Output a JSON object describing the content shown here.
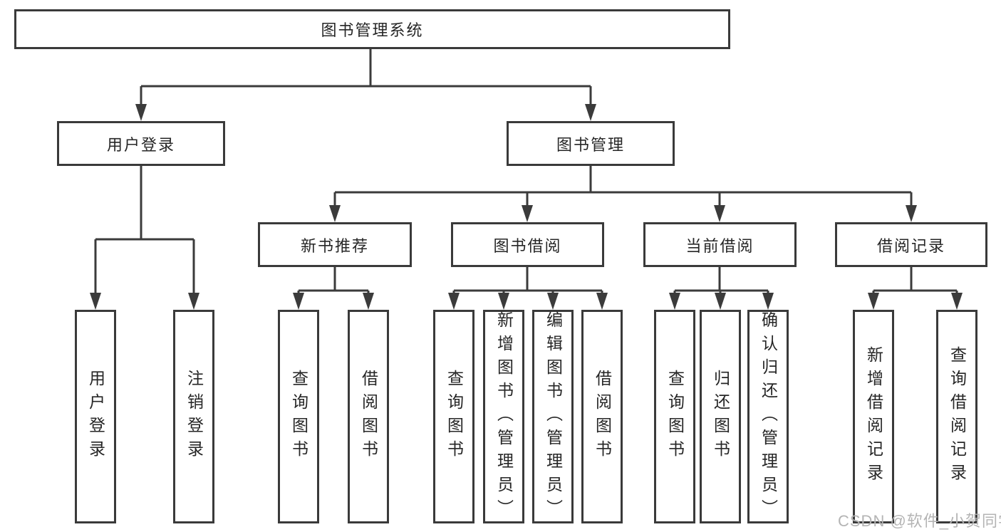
{
  "diagram": {
    "title": "图书管理系统",
    "branches": [
      {
        "label": "用户登录",
        "children": [
          {
            "label": "用户登录"
          },
          {
            "label": "注销登录"
          }
        ]
      },
      {
        "label": "图书管理",
        "children": [
          {
            "label": "新书推荐",
            "children": [
              {
                "label": "查询图书"
              },
              {
                "label": "借阅图书"
              }
            ]
          },
          {
            "label": "图书借阅",
            "children": [
              {
                "label": "查询图书"
              },
              {
                "label": "新增图书（管理员）"
              },
              {
                "label": "编辑图书（管理员）"
              },
              {
                "label": "借阅图书"
              }
            ]
          },
          {
            "label": "当前借阅",
            "children": [
              {
                "label": "查询图书"
              },
              {
                "label": "归还图书"
              },
              {
                "label": "确认归还（管理员）"
              }
            ]
          },
          {
            "label": "借阅记录",
            "children": [
              {
                "label": "新增借阅记录"
              },
              {
                "label": "查询借阅记录"
              }
            ]
          }
        ]
      }
    ]
  },
  "watermark": {
    "text": "CSDN @软件_小贺同学"
  },
  "colors": {
    "line": "#3b3b3b",
    "box_border": "#3a3a3a",
    "box_background": "#ffffff",
    "text": "#262626",
    "watermark": "#b4b4b4"
  }
}
